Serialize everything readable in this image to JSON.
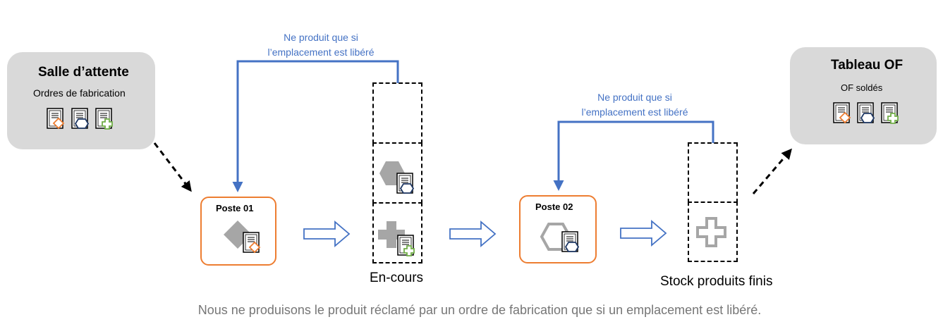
{
  "waiting_room": {
    "title": "Salle d’attente",
    "subtitle": "Ordres de fabrication"
  },
  "of_board": {
    "title": "Tableau OF",
    "subtitle": "OF soldés"
  },
  "station_1": {
    "label": "Poste 01"
  },
  "station_2": {
    "label": "Poste 02"
  },
  "kanban_note_1": {
    "line1": "Ne produit que si",
    "line2": "l’emplacement est libéré"
  },
  "kanban_note_2": {
    "line1": "Ne produit que si",
    "line2": "l’emplacement est libéré"
  },
  "wip_label": "En-cours",
  "finished_stock_label": "Stock produits finis",
  "caption": "Nous ne produisons le produit réclamé par un ordre de fabrication que si un emplacement est libéré.",
  "colors": {
    "orange": "#ed7d31",
    "blue": "#4472c4",
    "green": "#70ad47",
    "dark_blue": "#1f3864",
    "grey": "#a6a6a6",
    "box_grey": "#d9d9d9"
  },
  "icons": [
    "order-sheet-diamond-icon",
    "order-sheet-hexagon-icon",
    "order-sheet-cross-icon",
    "diamond-product-icon",
    "hexagon-product-icon",
    "cross-product-icon",
    "kanban-arrow-icon"
  ]
}
